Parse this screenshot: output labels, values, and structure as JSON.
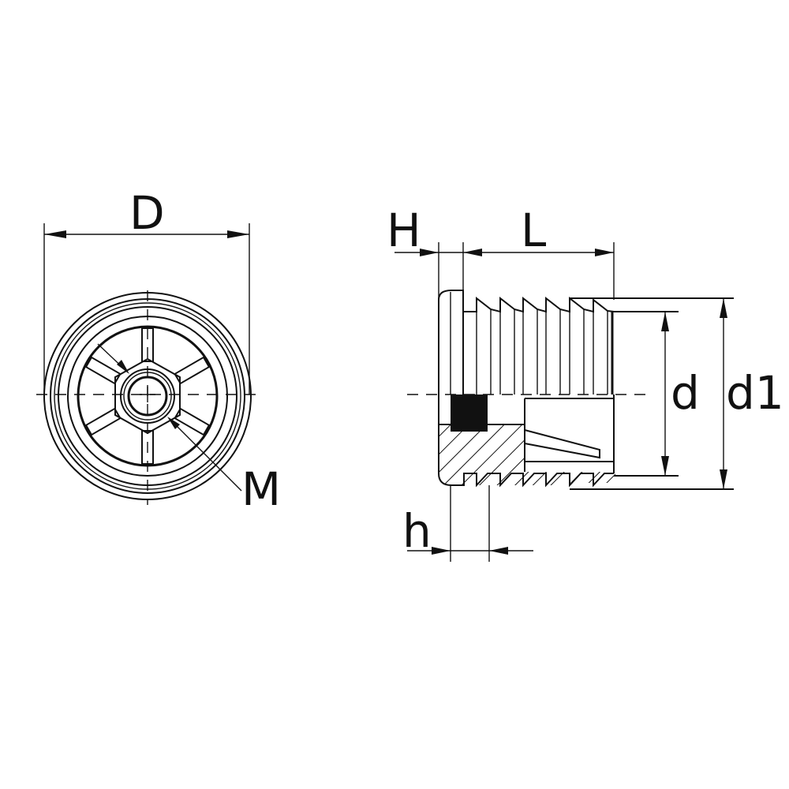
{
  "drawing": {
    "title": "Threaded insert technical drawing",
    "colors": {
      "line": "#111111",
      "background": "#ffffff"
    },
    "front_view": {
      "labels": {
        "diameter": "D",
        "thread": "M"
      }
    },
    "side_view": {
      "labels": {
        "head_height": "H",
        "length": "L",
        "inner_diameter": "d",
        "outer_diameter": "d1",
        "thread_depth": "h"
      }
    }
  }
}
